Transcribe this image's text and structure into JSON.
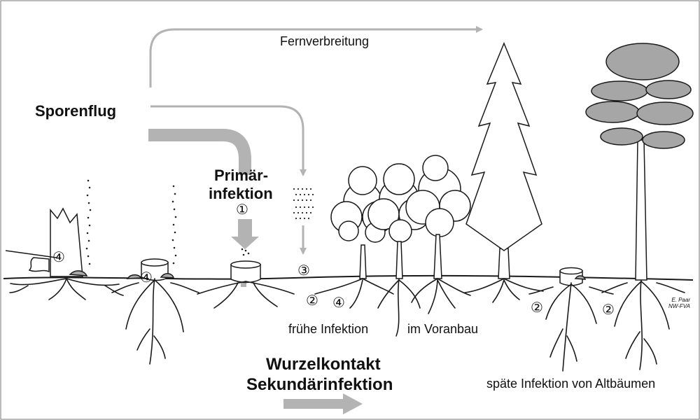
{
  "colors": {
    "arrow": "#b3b3b3",
    "foliage": "#a6a6a6",
    "ink": "#1a1a1a",
    "background": "#ffffff"
  },
  "labels": {
    "sporenflug": "Sporenflug",
    "fernverbreitung": "Fernverbreitung",
    "primaer_line1": "Primär-",
    "primaer_line2": "infektion",
    "fruehe_infektion": "frühe Infektion",
    "im_voranbau": "im Voranbau",
    "wurzelkontakt": "Wurzelkontakt",
    "sekundaerinfektion": "Sekundärinfektion",
    "spaete_infektion": "späte Infektion von Altbäumen",
    "credit_line1": "E. Paar",
    "credit_line2": "NW-FVA"
  },
  "markers": {
    "m1": "①",
    "m2a": "②",
    "m2b": "②",
    "m2c": "②",
    "m3": "③",
    "m4a": "④",
    "m4b": "④",
    "m4c": "④"
  },
  "icons": [
    "spore-cloud-icon",
    "tree-stump-icon",
    "spruce-tree-icon",
    "pine-tree-icon",
    "deciduous-tree-icon",
    "arrow-icon"
  ]
}
